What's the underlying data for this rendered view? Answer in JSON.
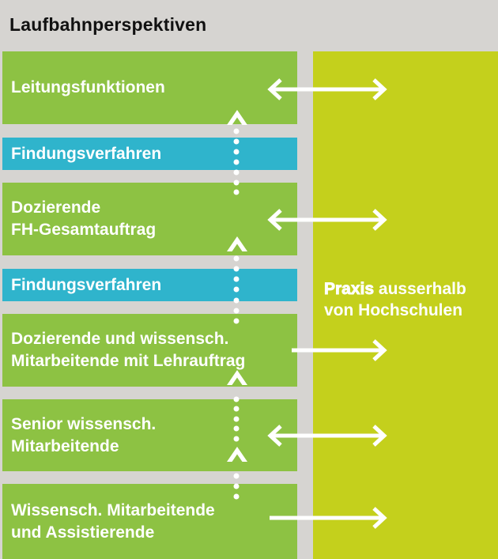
{
  "title": "Laufbahnperspektiven",
  "colors": {
    "background": "#d6d4d1",
    "green_bar": "#8dc243",
    "blue_bar": "#2fb4cc",
    "right_panel": "#c4d01c",
    "bar_text": "#ffffff",
    "title_text": "#111111",
    "connector": "#ffffff"
  },
  "bars": [
    {
      "type": "green",
      "lines": [
        "Leitungsfunktionen"
      ]
    },
    {
      "type": "blue",
      "lines": [
        "Findungsverfahren"
      ]
    },
    {
      "type": "green",
      "lines": [
        "Dozierende",
        "FH-Gesamtauftrag"
      ]
    },
    {
      "type": "blue",
      "lines": [
        "Findungsverfahren"
      ]
    },
    {
      "type": "green",
      "lines": [
        "Dozierende und wissensch.",
        "Mitarbeitende mit Lehrauftrag"
      ]
    },
    {
      "type": "green",
      "lines": [
        "Senior wissensch.",
        "Mitarbeitende"
      ]
    },
    {
      "type": "green",
      "lines": [
        "Wissensch. Mitarbeitende",
        "und Assistierende"
      ]
    }
  ],
  "right_panel": {
    "highlight": "Praxis",
    "rest_line1": " ausserhalb",
    "line2": "von Hochschulen"
  }
}
